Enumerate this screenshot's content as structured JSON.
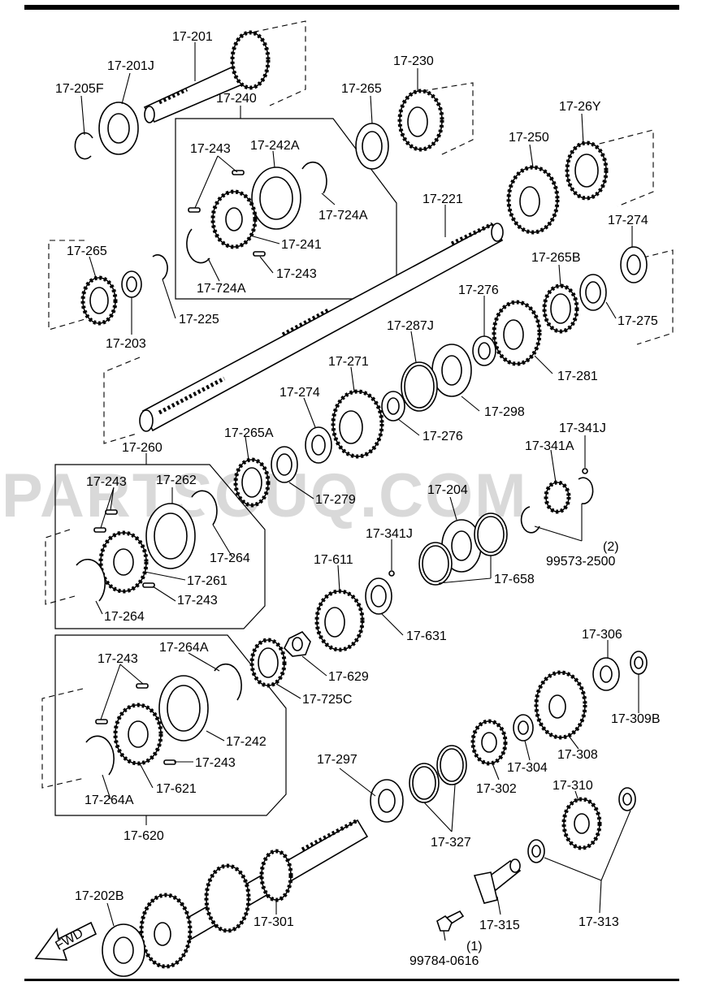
{
  "watermark": "PARTSOUQ.COM",
  "fwd_label": "FWD",
  "labels": {
    "l17_201": "17-201",
    "l17_201J": "17-201J",
    "l17_205F": "17-205F",
    "l17_240": "17-240",
    "l17_265a": "17-265",
    "l17_230": "17-230",
    "l17_26Y": "17-26Y",
    "l17_250": "17-250",
    "l17_243a": "17-243",
    "l17_242A": "17-242A",
    "l17_724A_a": "17-724A",
    "l17_241": "17-241",
    "l17_243b": "17-243",
    "l17_724A_b": "17-724A",
    "l17_221": "17-221",
    "l17_274a": "17-274",
    "l17_265b": "17-265",
    "l17_225": "17-225",
    "l17_203": "17-203",
    "l17_265B": "17-265B",
    "l17_276a": "17-276",
    "l17_275": "17-275",
    "l17_287J": "17-287J",
    "l17_271": "17-271",
    "l17_281": "17-281",
    "l17_274b": "17-274",
    "l17_298": "17-298",
    "l17_276b": "17-276",
    "l17_341J_a": "17-341J",
    "l17_260": "17-260",
    "l17_265A": "17-265A",
    "l17_341A": "17-341A",
    "l17_243c": "17-243",
    "l17_262": "17-262",
    "l17_279": "17-279",
    "l17_204": "17-204",
    "l17_264a": "17-264",
    "l17_261": "17-261",
    "l17_243d": "17-243",
    "l17_264b": "17-264",
    "l17_341J_b": "17-341J",
    "l99573_qty": "(2)",
    "l99573": "99573-2500",
    "l17_611": "17-611",
    "l17_658": "17-658",
    "l17_631": "17-631",
    "l17_264A": "17-264A",
    "l17_243e": "17-243",
    "l17_306": "17-306",
    "l17_629": "17-629",
    "l17_725C": "17-725C",
    "l17_309B": "17-309B",
    "l17_242": "17-242",
    "l17_243f": "17-243",
    "l17_621": "17-621",
    "l17_264A_b": "17-264A",
    "l17_308": "17-308",
    "l17_304": "17-304",
    "l17_297": "17-297",
    "l17_302": "17-302",
    "l17_310": "17-310",
    "l17_327": "17-327",
    "l17_620": "17-620",
    "l17_202B": "17-202B",
    "l17_301": "17-301",
    "l17_315": "17-315",
    "l17_313": "17-313",
    "l99784_qty": "(1)",
    "l99784": "99784-0616"
  }
}
